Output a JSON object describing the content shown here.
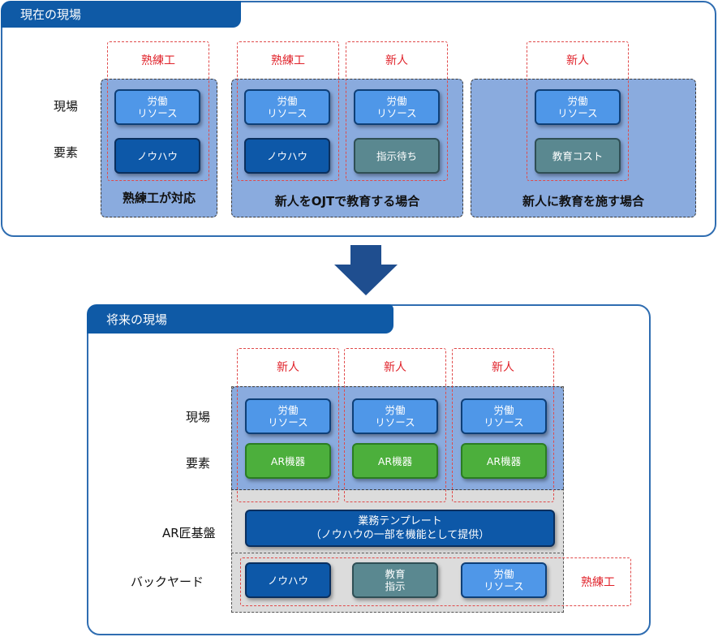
{
  "current": {
    "title": "現在の現場",
    "row_labels": [
      "現場",
      "要素"
    ],
    "groups": [
      {
        "label": "熟練工が対応"
      },
      {
        "label": "新人をOJTで教育する場合"
      },
      {
        "label": "新人に教育を施す場合"
      }
    ],
    "columns": [
      {
        "red_label": "熟練工",
        "top": "労働\nリソース",
        "bottom": "ノウハウ"
      },
      {
        "red_label": "熟練工",
        "top": "労働\nリソース",
        "bottom": "ノウハウ"
      },
      {
        "red_label": "新人",
        "top": "労働\nリソース",
        "bottom": "指示待ち"
      },
      {
        "red_label": "新人",
        "top": "労働\nリソース",
        "bottom": "教育コスト"
      }
    ]
  },
  "future": {
    "title": "将来の現場",
    "row_labels": [
      "現場",
      "要素",
      "AR匠基盤",
      "バックヤード"
    ],
    "columns": [
      {
        "red_label": "新人",
        "top": "労働\nリソース",
        "bottom": "AR機器"
      },
      {
        "red_label": "新人",
        "top": "労働\nリソース",
        "bottom": "AR機器"
      },
      {
        "red_label": "新人",
        "top": "労働\nリソース",
        "bottom": "AR機器"
      }
    ],
    "platform": {
      "line1": "業務テンプレート",
      "line2": "（ノウハウの一部を機能として提供）"
    },
    "backyard": {
      "items": [
        "ノウハウ",
        "教育\n指示",
        "労働\nリソース"
      ],
      "red_label": "熟練工"
    }
  },
  "colors": {
    "panel_border": "#2f6db1",
    "title_bg": "#0f5aa6",
    "group_bg": "#8aabde",
    "resource": "#4f97e8",
    "knowhow": "#0d58a8",
    "teal": "#5a8890",
    "ar_device": "#4caf3c",
    "red_label": "#e0222a"
  }
}
